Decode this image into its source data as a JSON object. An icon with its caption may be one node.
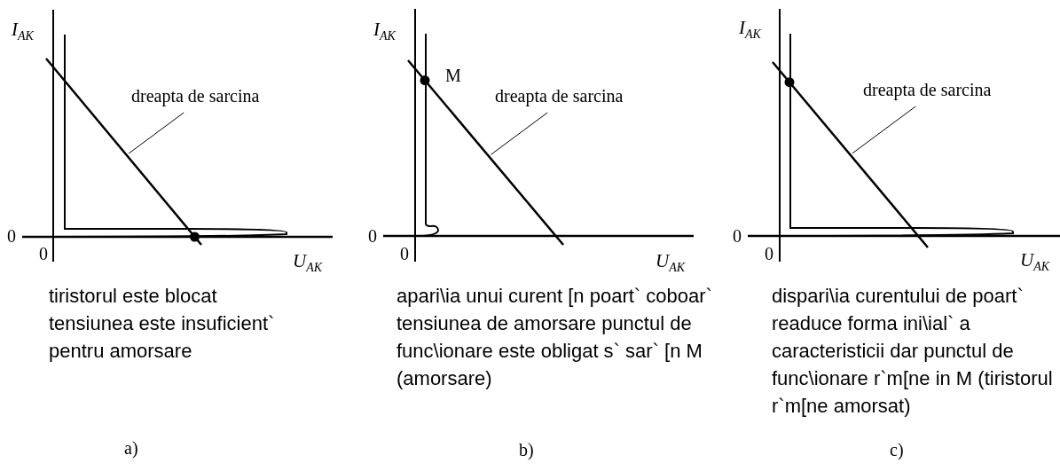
{
  "diagram": {
    "nodes": [
      {
        "text": [
          "dreapta de sarcina"
        ]
      },
      {
        "text": [],
        "shape": "line"
      },
      {
        "text": [
          "dreapta de sarcina"
        ]
      },
      {
        "text": [],
        "shape": "line"
      },
      {
        "text": [
          "dreapta de sarcina"
        ]
      },
      {
        "text": [],
        "shape": "line"
      }
    ],
    "edges": [
      {
        "from": 0,
        "to": 1,
        "arrow": "none"
      },
      {
        "from": 2,
        "to": 3,
        "arrow": "none"
      },
      {
        "from": 4,
        "to": 5,
        "arrow": "none"
      }
    ],
    "labels": [
      "I$_{AK}$",
      "0",
      "0",
      "U$_{AK}$",
      "tiristorul este blocat tensiunea este insuficient` pentru amorsare",
      "a)",
      "I$_{AK}$",
      "M",
      "0",
      "0",
      "U$_{AK}$",
      "apari\\ia unui curent [n poart` coboar` tensiunea de amorsare punctul de func\\ionare este obligat s` sar` [n M (amorsare)",
      "b)",
      "I$_{AK}$",
      "0",
      "0",
      "U$_{AK}$",
      "dispari\\ia curentului de poart` readuce forma ini\\ial` a caracteristicii dar punctul de func\\ionare r`m[ne in M (tiristorul r`m[ne amorsat)",
      "c)"
    ]
  }
}
